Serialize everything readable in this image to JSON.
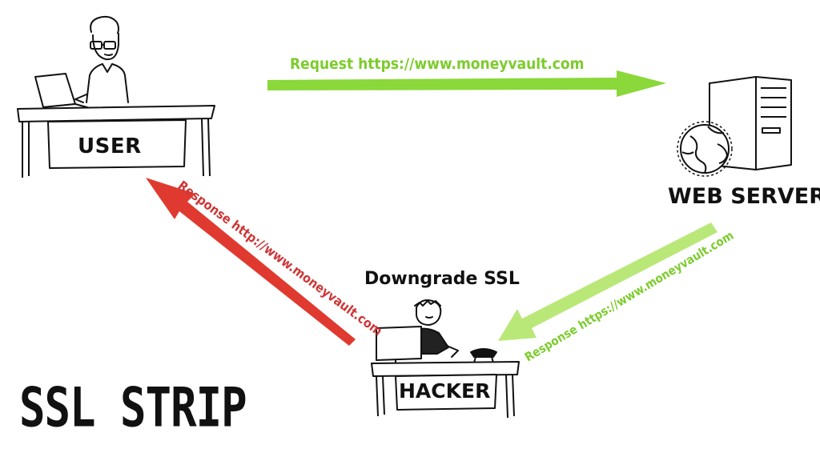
{
  "title": "SSL STRIP",
  "nodes": {
    "user": "USER",
    "web_server": "WEB SERVER",
    "hacker": "HACKER",
    "hacker_caption": "Downgrade SSL"
  },
  "arrows": {
    "request": "Request https://www.moneyvault.com",
    "response_to_hacker": "Response https://www.moneyvault.com",
    "response_to_user": "Response http://www.moneyvault.com"
  },
  "colors": {
    "secure_arrow": "#8ad83a",
    "insecure_arrow": "#e03a30",
    "ink": "#111111"
  }
}
